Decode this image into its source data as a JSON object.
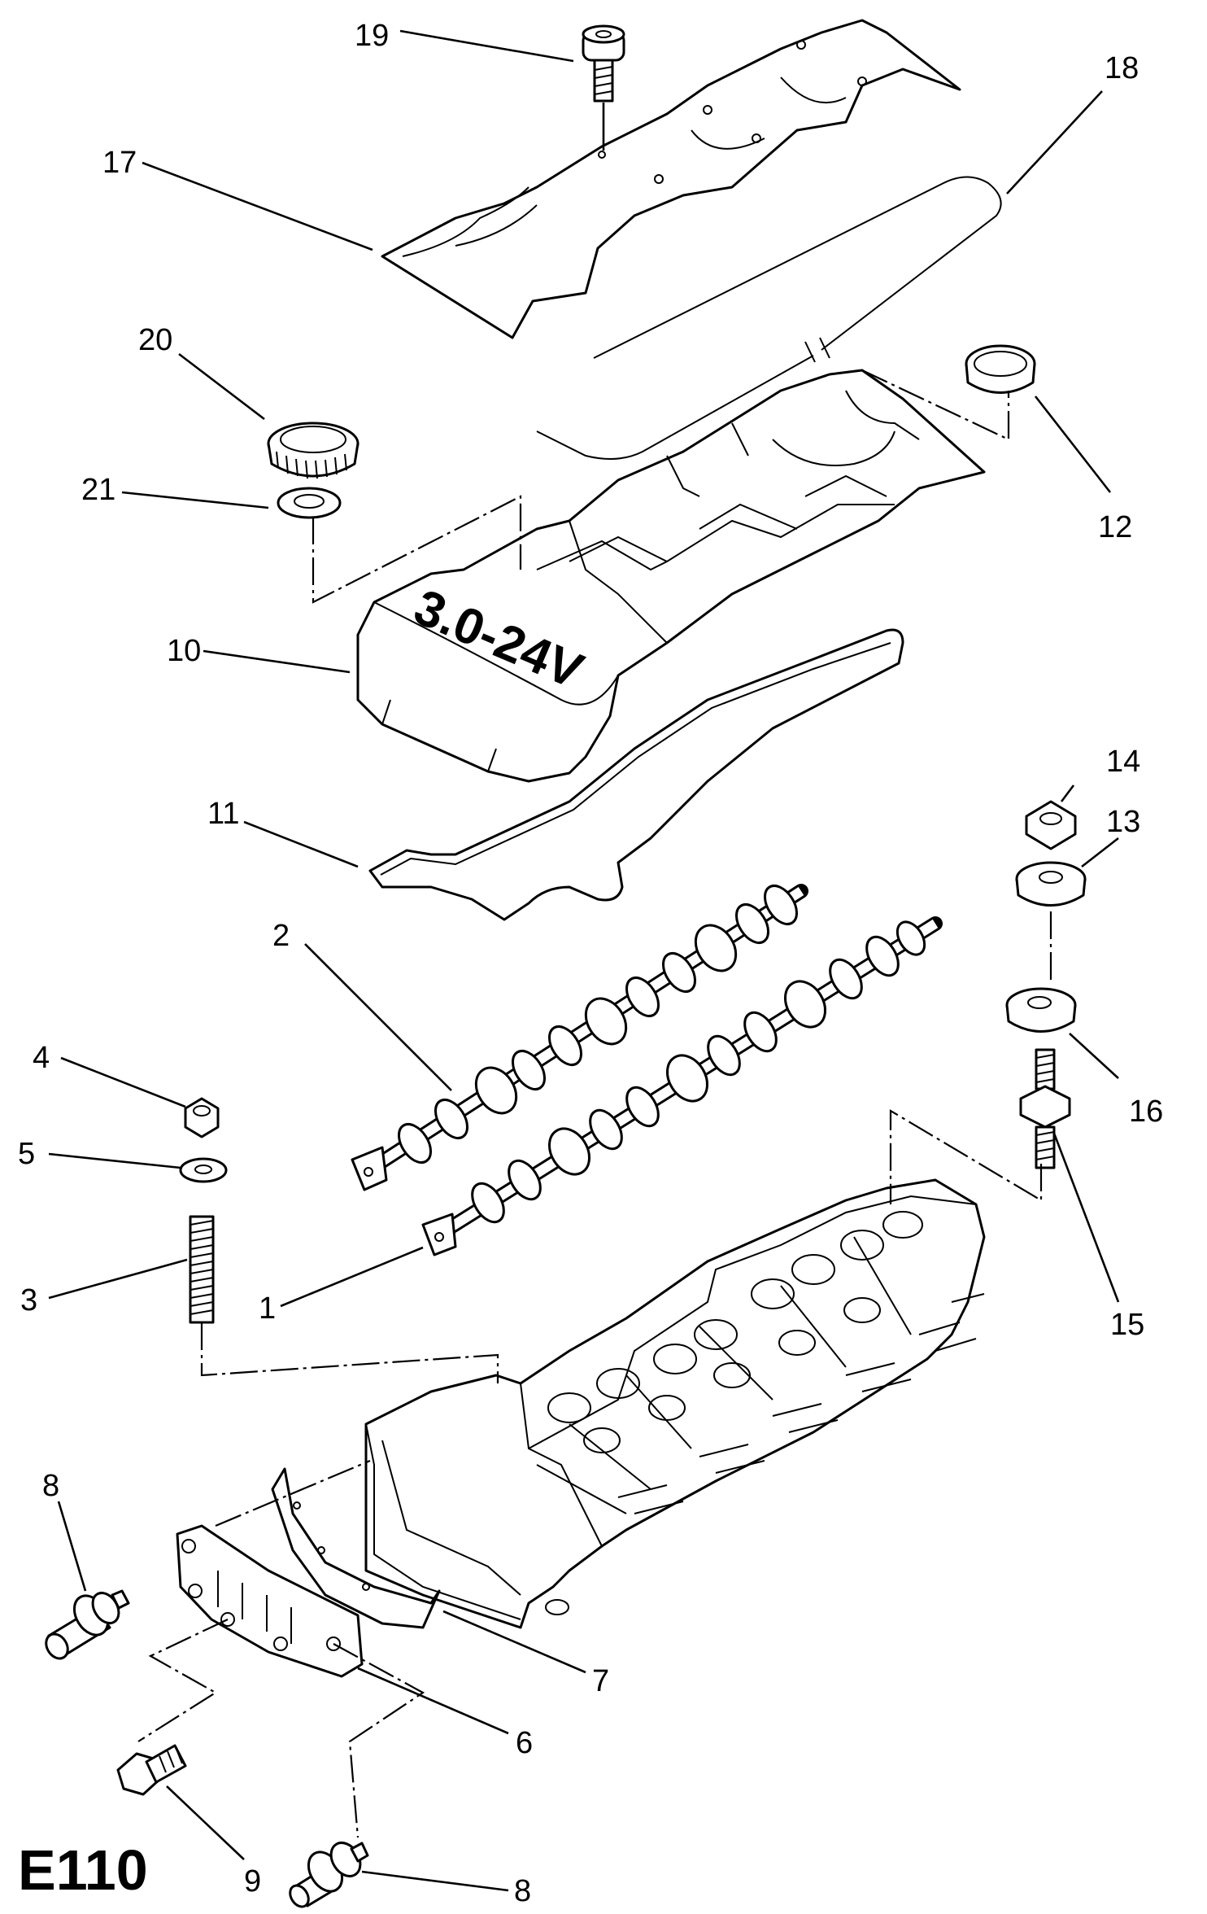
{
  "diagram_code": "E110",
  "cover_marking": "3.0-24V",
  "callouts": {
    "c1": "1",
    "c2": "2",
    "c3": "3",
    "c4": "4",
    "c5": "5",
    "c6": "6",
    "c7": "7",
    "c8a": "8",
    "c8b": "8",
    "c9": "9",
    "c10": "10",
    "c11": "11",
    "c12": "12",
    "c13": "13",
    "c14": "14",
    "c15": "15",
    "c16": "16",
    "c17": "17",
    "c18": "18",
    "c19": "19",
    "c20": "20",
    "c21": "21"
  },
  "colors": {
    "ink": "#000000",
    "paper": "#ffffff"
  }
}
